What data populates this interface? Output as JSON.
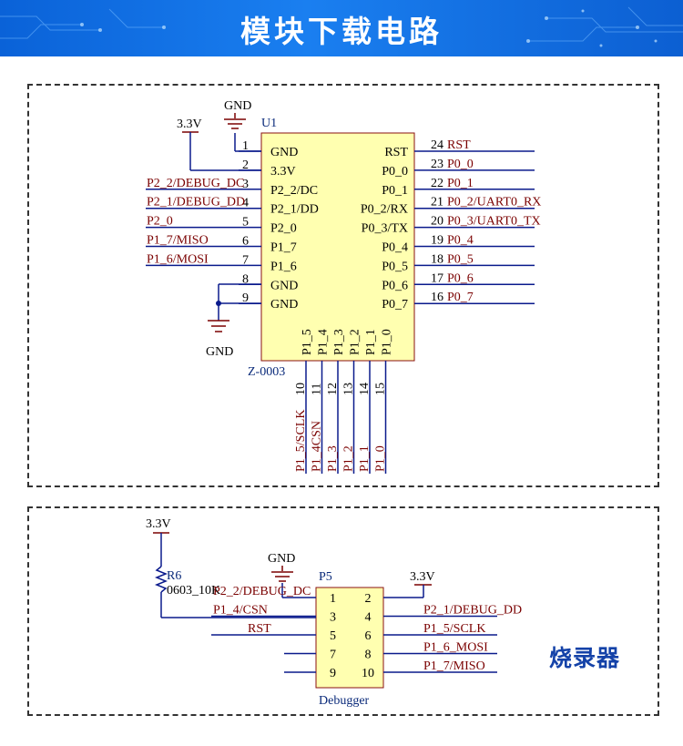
{
  "header": {
    "title": "模块下载电路"
  },
  "colors": {
    "banner": "#0a62d8",
    "net_label": "#7a0000",
    "wire": "#0a1a8c",
    "body_fill": "#ffffb0",
    "accent_text": "#1442a8"
  },
  "schematic": {
    "u1": {
      "designator": "U1",
      "part": "Z-0003",
      "gnd_top": "GND",
      "vcc_label": "3.3V",
      "gnd_bottom": "GND",
      "left_pins": [
        {
          "num": "1",
          "name": "GND",
          "net": ""
        },
        {
          "num": "2",
          "name": "3.3V",
          "net": ""
        },
        {
          "num": "3",
          "name": "P2_2/DC",
          "net": "P2_2/DEBUG_DC"
        },
        {
          "num": "4",
          "name": "P2_1/DD",
          "net": "P2_1/DEBUG_DD"
        },
        {
          "num": "5",
          "name": "P2_0",
          "net": "P2_0"
        },
        {
          "num": "6",
          "name": "P1_7",
          "net": "P1_7/MISO"
        },
        {
          "num": "7",
          "name": "P1_6",
          "net": "P1_6/MOSI"
        },
        {
          "num": "8",
          "name": "GND",
          "net": ""
        },
        {
          "num": "9",
          "name": "GND",
          "net": ""
        }
      ],
      "right_pins": [
        {
          "num": "24",
          "name": "RST",
          "net": "RST"
        },
        {
          "num": "23",
          "name": "P0_0",
          "net": "P0_0"
        },
        {
          "num": "22",
          "name": "P0_1",
          "net": "P0_1"
        },
        {
          "num": "21",
          "name": "P0_2/RX",
          "net": "P0_2/UART0_RX"
        },
        {
          "num": "20",
          "name": "P0_3/TX",
          "net": "P0_3/UART0_TX"
        },
        {
          "num": "19",
          "name": "P0_4",
          "net": "P0_4"
        },
        {
          "num": "18",
          "name": "P0_5",
          "net": "P0_5"
        },
        {
          "num": "17",
          "name": "P0_6",
          "net": "P0_6"
        },
        {
          "num": "16",
          "name": "P0_7",
          "net": "P0_7"
        }
      ],
      "bottom_pins": [
        {
          "num": "10",
          "name": "P1_5",
          "net": "P1_5/SCLK"
        },
        {
          "num": "11",
          "name": "P1_4",
          "net": "P1_4CSN"
        },
        {
          "num": "12",
          "name": "P1_3",
          "net": "P1_3"
        },
        {
          "num": "13",
          "name": "P1_2",
          "net": "P1_2"
        },
        {
          "num": "14",
          "name": "P1_1",
          "net": "P1_1"
        },
        {
          "num": "15",
          "name": "P1_0",
          "net": "P1_0"
        }
      ]
    },
    "debugger": {
      "designator": "P5",
      "name": "Debugger",
      "vcc_left": "3.3V",
      "vcc_right": "3.3V",
      "gnd": "GND",
      "resistor": "R6",
      "resistor_value": "0603_10K",
      "left_pins": [
        {
          "num": "1",
          "net": "P2_2/DEBUG_DC"
        },
        {
          "num": "3",
          "net": "P1_4/CSN"
        },
        {
          "num": "5",
          "net": "RST"
        },
        {
          "num": "7",
          "net": ""
        },
        {
          "num": "9",
          "net": ""
        }
      ],
      "right_pins": [
        {
          "num": "2",
          "net": ""
        },
        {
          "num": "4",
          "net": "P2_1/DEBUG_DD"
        },
        {
          "num": "6",
          "net": "P1_5/SCLK"
        },
        {
          "num": "8",
          "net": "P1_6_MOSI"
        },
        {
          "num": "10",
          "net": "P1_7/MISO"
        }
      ]
    },
    "programmer_label": "烧录器"
  }
}
